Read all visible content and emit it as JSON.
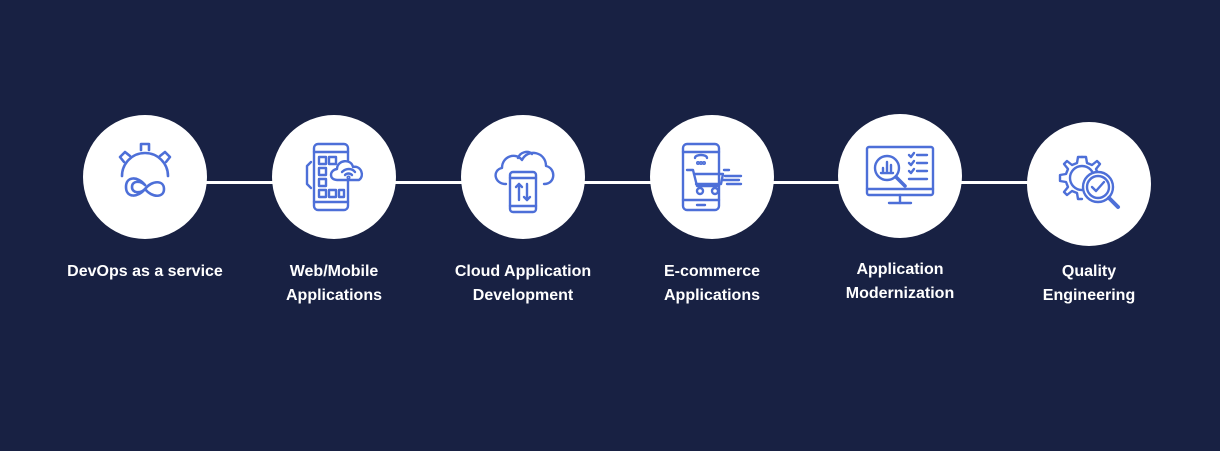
{
  "services": [
    {
      "icon": "devops-infinity-gear-icon",
      "label": "DevOps as a service"
    },
    {
      "icon": "mobile-app-wifi-icon",
      "label": "Web/Mobile\nApplications"
    },
    {
      "icon": "cloud-phone-sync-icon",
      "label": "Cloud Application\nDevelopment"
    },
    {
      "icon": "mobile-shopping-cart-icon",
      "label": "E-commerce\nApplications"
    },
    {
      "icon": "monitor-analytics-magnifier-icon",
      "label": "Application\nModernization"
    },
    {
      "icon": "gear-magnifier-check-icon",
      "label": "Quality\nEngineering"
    }
  ],
  "colors": {
    "background": "#182143",
    "circle": "#ffffff",
    "icon_stroke": "#4d6fd8",
    "text": "#ffffff"
  }
}
